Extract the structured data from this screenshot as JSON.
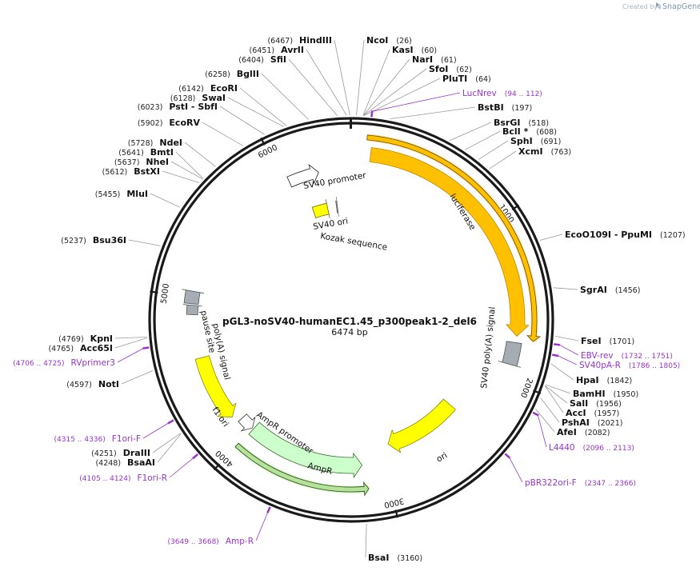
{
  "branding": {
    "created_by": "Created by",
    "app_name": "SnapGene"
  },
  "plasmid": {
    "name": "pGL3-noSV40-humanEC1.45_p300peak1-2_del6",
    "size": "6474 bp"
  },
  "ticks": [
    "1000",
    "2000",
    "3000",
    "4000",
    "5000",
    "6000"
  ],
  "sites": [
    {
      "name": "NcoI",
      "pos": "(26)"
    },
    {
      "name": "KasI",
      "pos": "(60)"
    },
    {
      "name": "NarI",
      "pos": "(61)"
    },
    {
      "name": "SfoI",
      "pos": "(62)"
    },
    {
      "name": "PluTI",
      "pos": "(64)"
    },
    {
      "name": "BstBI",
      "pos": "(197)"
    },
    {
      "name": "BsrGI",
      "pos": "(518)"
    },
    {
      "name": "BclI *",
      "pos": "(608)"
    },
    {
      "name": "SphI",
      "pos": "(691)"
    },
    {
      "name": "XcmI",
      "pos": "(763)"
    },
    {
      "name": "EcoO109I - PpuMI",
      "pos": "(1207)"
    },
    {
      "name": "SgrAI",
      "pos": "(1456)"
    },
    {
      "name": "FseI",
      "pos": "(1701)"
    },
    {
      "name": "HpaI",
      "pos": "(1842)"
    },
    {
      "name": "BamHI",
      "pos": "(1950)"
    },
    {
      "name": "SalI",
      "pos": "(1956)"
    },
    {
      "name": "AccI",
      "pos": "(1957)"
    },
    {
      "name": "PshAI",
      "pos": "(2021)"
    },
    {
      "name": "AfeI",
      "pos": "(2082)"
    },
    {
      "name": "BsaI",
      "pos": "(3160)"
    },
    {
      "name": "BsaAI",
      "pos": "(4248)"
    },
    {
      "name": "DraIII",
      "pos": "(4251)"
    },
    {
      "name": "NotI",
      "pos": "(4597)"
    },
    {
      "name": "Acc65I",
      "pos": "(4765)"
    },
    {
      "name": "KpnI",
      "pos": "(4769)"
    },
    {
      "name": "Bsu36I",
      "pos": "(5237)"
    },
    {
      "name": "MluI",
      "pos": "(5455)"
    },
    {
      "name": "BstXI",
      "pos": "(5612)"
    },
    {
      "name": "NheI",
      "pos": "(5637)"
    },
    {
      "name": "BmtI",
      "pos": "(5641)"
    },
    {
      "name": "NdeI",
      "pos": "(5728)"
    },
    {
      "name": "EcoRV",
      "pos": "(5902)"
    },
    {
      "name": "PstI - SbfI",
      "pos": "(6023)"
    },
    {
      "name": "SwaI",
      "pos": "(6128)"
    },
    {
      "name": "EcoRI",
      "pos": "(6142)"
    },
    {
      "name": "BglII",
      "pos": "(6258)"
    },
    {
      "name": "SfiI",
      "pos": "(6404)"
    },
    {
      "name": "AvrII",
      "pos": "(6451)"
    },
    {
      "name": "HindIII",
      "pos": "(6467)"
    }
  ],
  "primers": [
    {
      "name": "LucNrev",
      "range": "(94 .. 112)"
    },
    {
      "name": "EBV-rev",
      "range": "(1732 .. 1751)"
    },
    {
      "name": "SV40pA-R",
      "range": "(1786 .. 1805)"
    },
    {
      "name": "L4440",
      "range": "(2096 .. 2113)"
    },
    {
      "name": "pBR322ori-F",
      "range": "(2347 .. 2366)"
    },
    {
      "name": "Amp-R",
      "range": "(3649 .. 3668)"
    },
    {
      "name": "F1ori-R",
      "range": "(4105 .. 4124)"
    },
    {
      "name": "F1ori-F",
      "range": "(4315 .. 4336)"
    },
    {
      "name": "RVprimer3",
      "range": "(4706 .. 4725)"
    }
  ],
  "features": {
    "sv40_promoter": "SV40 promoter",
    "sv40_ori": "SV40 ori",
    "kozak": "Kozak sequence",
    "luciferase": "luciferase",
    "sv40_polya": "SV40 poly(A) signal",
    "ori": "ori",
    "ampr": "AmpR",
    "ampr_promoter": "AmpR promoter",
    "f1_ori": "f1 ori",
    "polya_signal": "poly(A) signal",
    "pause_site": "pause site"
  },
  "colors": {
    "backbone": "#1a1a1a",
    "primer": "#9933cc",
    "orange_feature": "#ffc000",
    "yellow_feature": "#ffff00",
    "ampr_fill": "#ccffcc",
    "grey_feature": "#a6acb3",
    "promoter_fill": "#ffffff"
  }
}
